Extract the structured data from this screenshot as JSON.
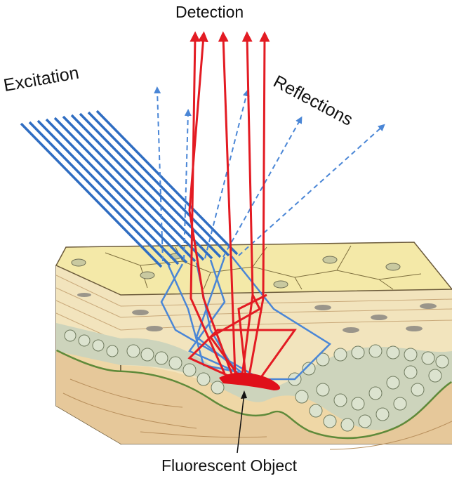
{
  "diagram": {
    "labels": {
      "detection": "Detection",
      "excitation": "Excitation",
      "reflections": "Reflections",
      "fluorescent_object": "Fluorescent Object"
    },
    "colors": {
      "excitation": "#2f6dc2",
      "reflection": "#4a86d6",
      "detection": "#e31b23",
      "fluorescent": "#e0101a",
      "skin_top": "#f3e6a4",
      "skin_side": "#efdcae",
      "dermis": "#e5c79a",
      "cells": "#cfd7c2",
      "basement": "#5f8a3a",
      "nuclei": "#8a8a8a"
    }
  }
}
